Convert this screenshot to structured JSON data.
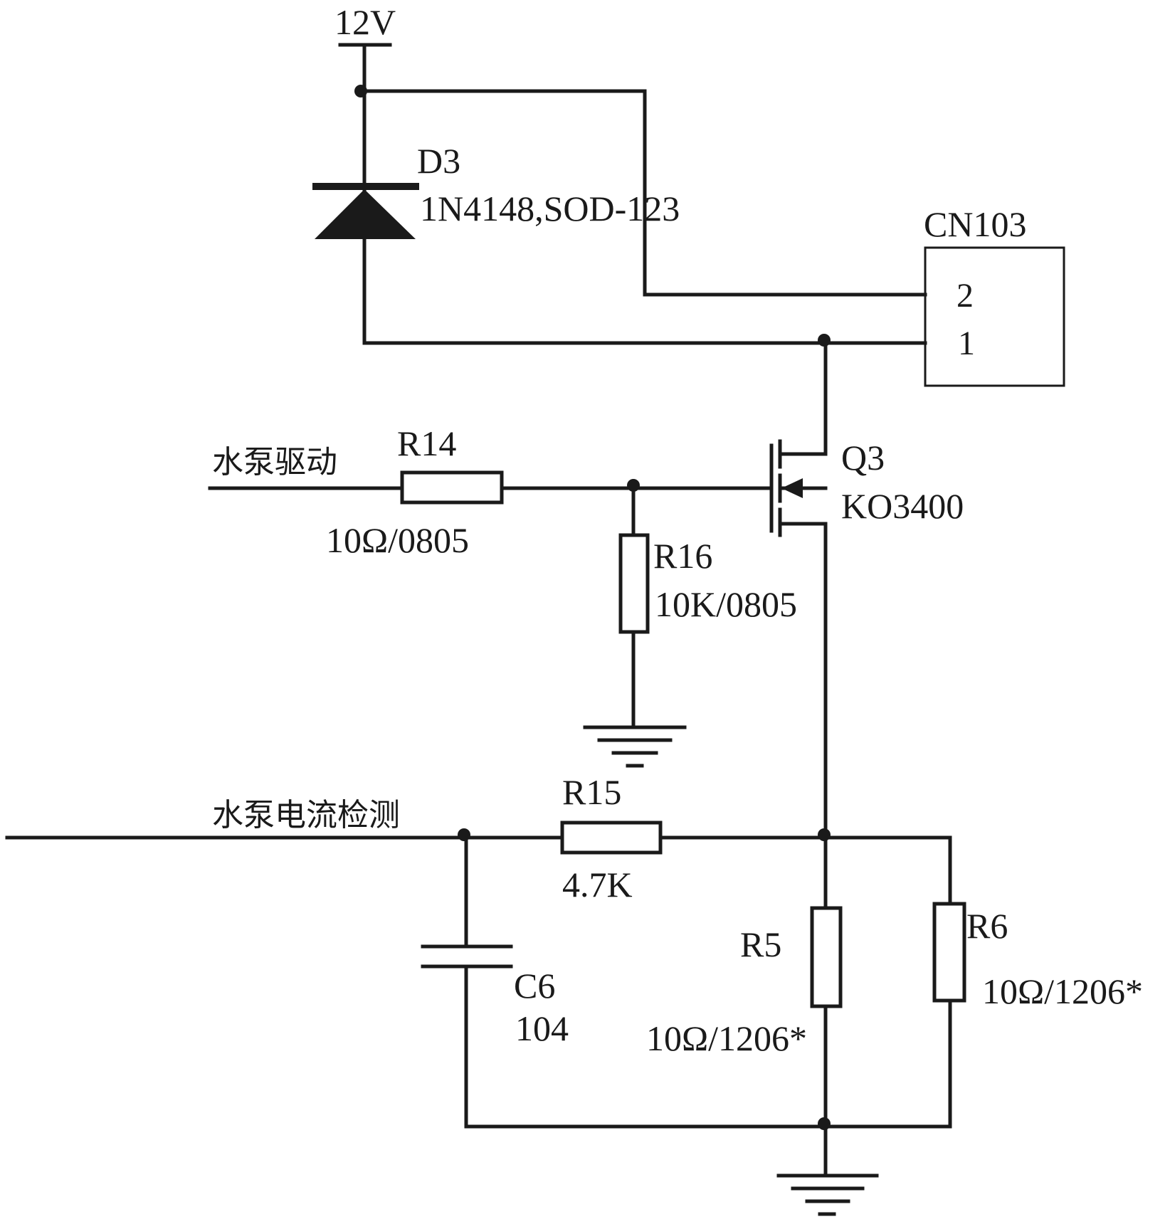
{
  "supply": {
    "label": "12V"
  },
  "d3": {
    "ref": "D3",
    "value": "1N4148,SOD-123"
  },
  "cn103": {
    "ref": "CN103",
    "pin2": "2",
    "pin1": "1"
  },
  "q3": {
    "ref": "Q3",
    "value": "KO3400"
  },
  "r14": {
    "ref": "R14",
    "value": "10Ω/0805"
  },
  "r16": {
    "ref": "R16",
    "value": "10K/0805"
  },
  "r15": {
    "ref": "R15",
    "value": "4.7K"
  },
  "c6": {
    "ref": "C6",
    "value": "104"
  },
  "r5": {
    "ref": "R5",
    "value": "10Ω/1206*"
  },
  "r6": {
    "ref": "R6",
    "value": "10Ω/1206*"
  },
  "nets": {
    "pump_drive": "水泵驱动",
    "pump_current_sense": "水泵电流检测"
  }
}
